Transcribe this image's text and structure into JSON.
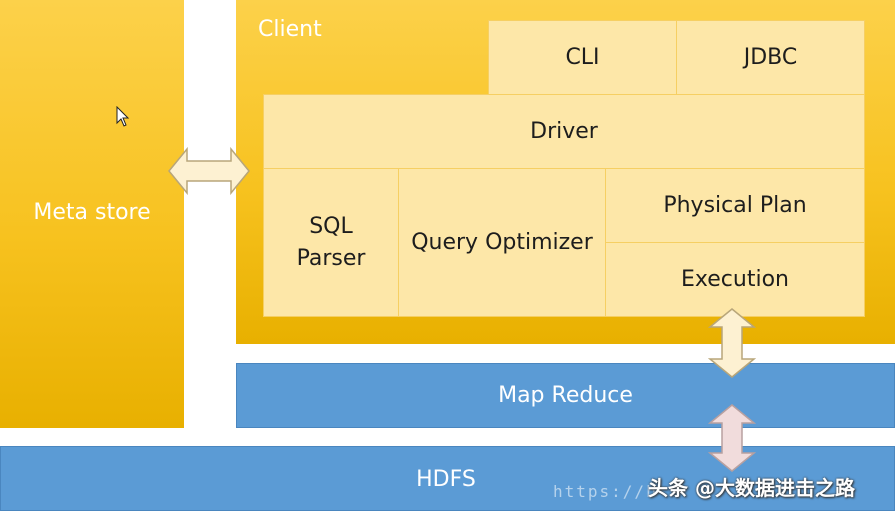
{
  "diagram": {
    "meta_store": "Meta store",
    "client": {
      "title": "Client",
      "cli": "CLI",
      "jdbc": "JDBC",
      "driver": "Driver",
      "sql_parser": "SQL\nParser",
      "query_optimizer": "Query Optimizer",
      "physical_plan": "Physical Plan",
      "execution": "Execution"
    },
    "map_reduce": "Map Reduce",
    "hdfs": "HDFS"
  },
  "watermark": {
    "url": "https://b",
    "text": "头条 @大数据进击之路"
  },
  "colors": {
    "gold": "#f7c21f",
    "cell": "#fde7a8",
    "blue": "#5b9bd5",
    "arrow_cream": "#fdf1d2",
    "arrow_pink": "#f1dcdc"
  }
}
